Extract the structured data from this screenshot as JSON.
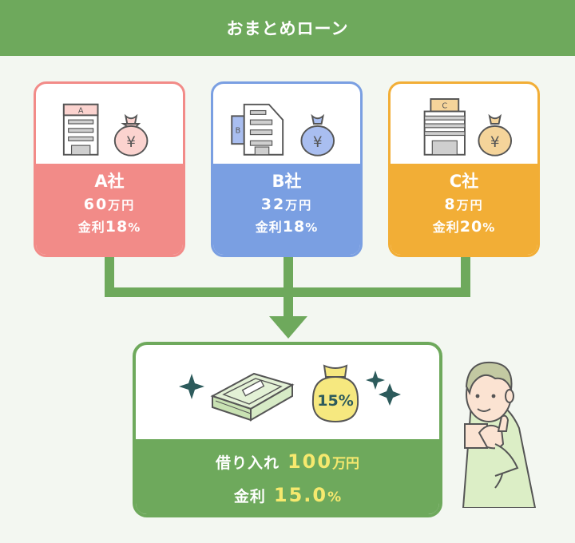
{
  "header": {
    "title": "おまとめローン"
  },
  "lenders": [
    {
      "name": "A社",
      "building_label": "A",
      "amount_num": "60",
      "amount_unit": "万円",
      "rate_label": "金利",
      "rate_num": "18",
      "rate_unit": "%",
      "color": "#f28b88",
      "bag_color": "#fbd3cf"
    },
    {
      "name": "B社",
      "building_label": "B",
      "amount_num": "32",
      "amount_unit": "万円",
      "rate_label": "金利",
      "rate_num": "18",
      "rate_unit": "%",
      "color": "#7a9fe2",
      "bag_color": "#a9bef0"
    },
    {
      "name": "C社",
      "building_label": "C",
      "amount_num": "8",
      "amount_unit": "万円",
      "rate_label": "金利",
      "rate_num": "20",
      "rate_unit": "%",
      "color": "#f2ae36",
      "bag_color": "#f5d49a"
    }
  ],
  "bag_symbol": "¥",
  "result": {
    "bag_label": "15%",
    "borrow_label": "借り入れ",
    "borrow_num": "100",
    "borrow_unit": "万円",
    "rate_label": "金利",
    "rate_num": "15.0",
    "rate_unit": "%"
  },
  "colors": {
    "green": "#6ea95c",
    "highlight": "#f6e96e",
    "background": "#f3f7f1"
  },
  "icons": [
    "office-building-icon",
    "money-bag-icon",
    "down-arrow-icon",
    "sparkle-icon",
    "cash-stack-icon",
    "thumbs-up-person-icon"
  ]
}
